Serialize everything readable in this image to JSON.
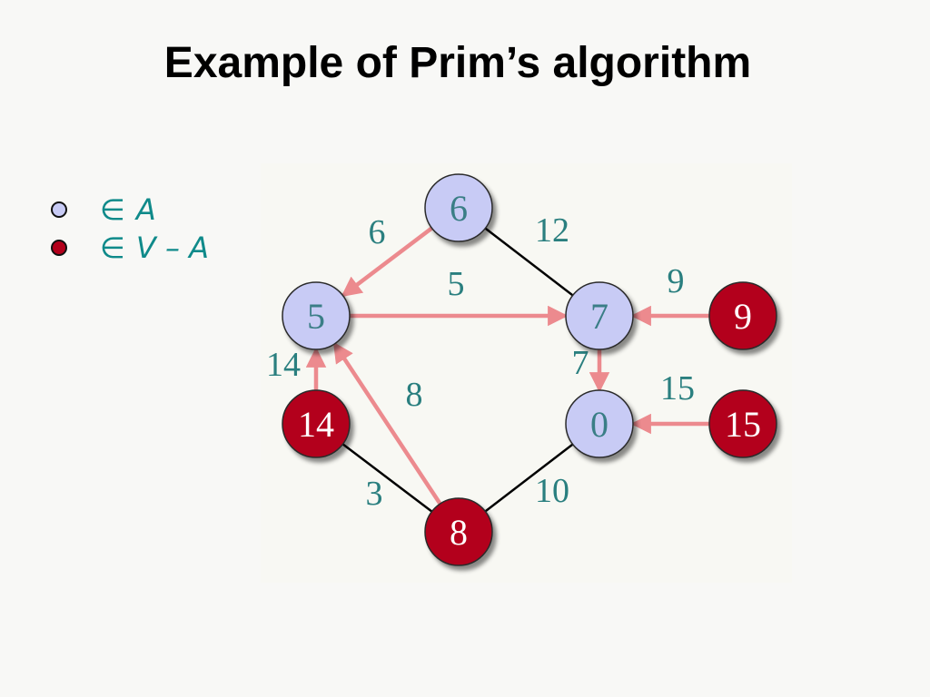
{
  "title": "Example of Prim’s algorithm",
  "legend": [
    {
      "symbol": "∈",
      "set": "A",
      "color": "#c8cbf5"
    },
    {
      "symbol": "∈",
      "set": "V – A",
      "color": "#b3001b"
    }
  ],
  "colors": {
    "in_A": "#c8cbf5",
    "not_in_A": "#b3001b",
    "tree_edge": "#ec8a8e",
    "plain_edge": "#000000",
    "edge_label": "#2a7f7f"
  },
  "graph": {
    "vertices": [
      {
        "id": "v6",
        "key": "6",
        "in_A": true
      },
      {
        "id": "v5",
        "key": "5",
        "in_A": true
      },
      {
        "id": "v7",
        "key": "7",
        "in_A": true
      },
      {
        "id": "v9",
        "key": "9",
        "in_A": false
      },
      {
        "id": "v14",
        "key": "14",
        "in_A": false
      },
      {
        "id": "v0",
        "key": "0",
        "in_A": true
      },
      {
        "id": "v15",
        "key": "15",
        "in_A": false
      },
      {
        "id": "v8",
        "key": "8",
        "in_A": false
      }
    ],
    "edges": [
      {
        "id": "e-6-5",
        "from": "v6",
        "to": "v5",
        "weight": "6",
        "tree": true
      },
      {
        "id": "e-6-7",
        "from": "v6",
        "to": "v7",
        "weight": "12",
        "tree": false
      },
      {
        "id": "e-5-7",
        "from": "v5",
        "to": "v7",
        "weight": "5",
        "tree": true
      },
      {
        "id": "e-9-7",
        "from": "v9",
        "to": "v7",
        "weight": "9",
        "tree": true
      },
      {
        "id": "e-7-0",
        "from": "v7",
        "to": "v0",
        "weight": "7",
        "tree": true
      },
      {
        "id": "e-14-5",
        "from": "v14",
        "to": "v5",
        "weight": "14",
        "tree": true
      },
      {
        "id": "e-8-5",
        "from": "v8",
        "to": "v5",
        "weight": "8",
        "tree": true
      },
      {
        "id": "e-15-0",
        "from": "v15",
        "to": "v0",
        "weight": "15",
        "tree": true
      },
      {
        "id": "e-14-8",
        "from": "v14",
        "to": "v8",
        "weight": "3",
        "tree": false
      },
      {
        "id": "e-8-0",
        "from": "v8",
        "to": "v0",
        "weight": "10",
        "tree": false
      }
    ]
  }
}
